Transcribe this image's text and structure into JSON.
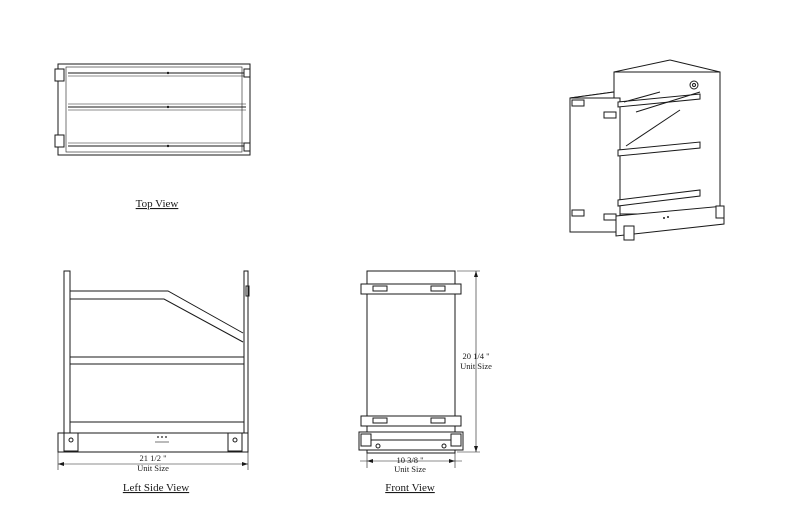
{
  "views": {
    "top": {
      "title": "Top View"
    },
    "left_side": {
      "title": "Left Side View",
      "width_value": "21 1/2 \"",
      "width_unit": "Unit Size"
    },
    "front": {
      "title": "Front View",
      "width_value": "10 3/8 \"",
      "width_unit": "Unit Size",
      "height_value": "20 1/4 \"",
      "height_unit": "Unit Size"
    }
  }
}
